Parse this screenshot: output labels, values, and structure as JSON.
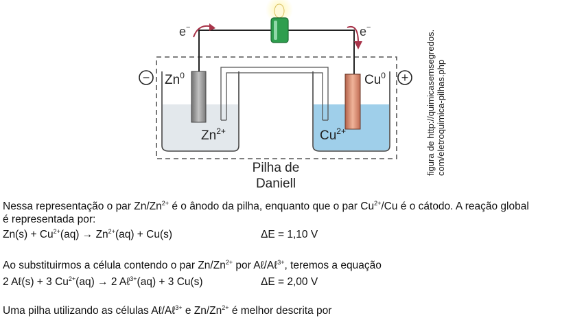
{
  "figure": {
    "electron_left": "e",
    "electron_right": "e",
    "electron_charge": "−",
    "electrode_left": "Zn",
    "electrode_left_sup": "0",
    "electrode_right": "Cu",
    "electrode_right_sup": "0",
    "ion_left": "Zn",
    "ion_left_sup": "2+",
    "ion_right": "Cu",
    "ion_right_sup": "2+",
    "minus_sign": "−",
    "plus_sign": "+",
    "title_line1": "Pilha de",
    "title_line2": "Daniell",
    "credit_line1": "figura de http://quimicasemsegredos.",
    "credit_line2": "com/eletroquimica-pilhas.php"
  },
  "text": {
    "p1_a": "Nessa representação o par Zn/Zn",
    "p1_sup1": "2+",
    "p1_b": " é o ânodo da pilha, enquanto que o par Cu",
    "p1_sup2": "2+",
    "p1_c": "/Cu é o cátodo. A reação global",
    "p1_line2": "é representada por:",
    "eq1_a": "Zn(s)  +  Cu",
    "eq1_sup1": "2+",
    "eq1_b": "(aq)  →  Zn",
    "eq1_sup2": "2+",
    "eq1_c": "(aq)  +  Cu(s)",
    "eq1_de": "ΔE = 1,10 V",
    "p2_a": "Ao substituirmos a célula contendo o par Zn/Zn",
    "p2_sup1": "2+",
    "p2_b": " por Aℓ/Aℓ",
    "p2_sup2": "3+",
    "p2_c": ", teremos a equação",
    "eq2_a": "2 Aℓ(s)  +  3 Cu",
    "eq2_sup1": "2+",
    "eq2_b": "(aq)  →  2 Aℓ",
    "eq2_sup2": "3+",
    "eq2_c": "(aq)  +  3 Cu(s)",
    "eq2_de": "ΔE = 2,00 V",
    "p3_a": "Uma pilha utilizando as células Aℓ/Aℓ",
    "p3_sup1": "3+",
    "p3_b": " e Zn/Zn",
    "p3_sup2": "2+",
    "p3_c": " é melhor descrita por"
  },
  "colors": {
    "solution_left": "#e3e8ec",
    "solution_right": "#9fcfea",
    "zinc": "#8e8e8e",
    "copper": "#d98a70",
    "bulb": "#2e9e4e",
    "arrow": "#a8344a",
    "dash": "#555555"
  }
}
